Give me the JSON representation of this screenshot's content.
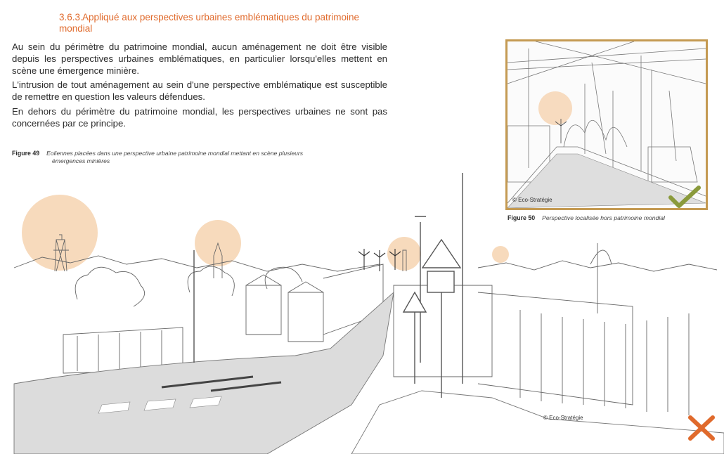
{
  "section": {
    "number": "3.6.3.",
    "title": "Appliqué aux perspectives urbaines emblématiques du patrimoine mondial"
  },
  "paragraphs": [
    "Au sein du périmètre du patrimoine mondial, aucun aménagement ne doit être visible depuis les perspectives urbaines emblématiques, en particulier lorsqu'elles mettent en scène une émergence minière.",
    "L'intrusion de tout aménagement au sein d'une perspective emblématique est susceptible de remettre en question les valeurs défendues.",
    "En dehors du périmètre du patrimoine mondial, les perspectives urbaines ne sont pas concernées par ce principe."
  ],
  "figure49": {
    "label": "Figure 49",
    "caption_line1": "Eoliennes placées dans une perspective urbaine patrimoine mondial mettant en scène plusieurs",
    "caption_line2": "émergences minières",
    "credit": "© Eco-Stratégie",
    "verdict_icon": "cross-icon"
  },
  "figure50": {
    "label": "Figure 50",
    "caption": "Perspective localisée hors patrimoine mondial",
    "credit": "© Eco-Stratégie",
    "verdict_icon": "checkmark-icon"
  },
  "colors": {
    "heading": "#e06a2c",
    "frame": "#c49a52",
    "highlight": "#f6d3b0",
    "check": "#8a9a3c",
    "cross": "#e06a2c"
  }
}
